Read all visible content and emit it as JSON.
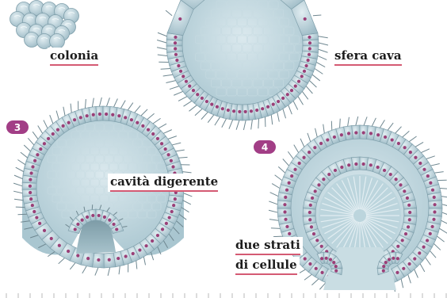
{
  "labels": {
    "colonia": "colonia",
    "sfera_cava": "sfera cava",
    "cavita_digerente": "cavità digerente",
    "due_strati_line1": "due strati",
    "due_strati_line2": "di cellule"
  },
  "steps": {
    "step3": "3",
    "step4": "4"
  },
  "colors": {
    "cell_fill": "#b9d3dc",
    "cell_dark": "#7f9fab",
    "nucleus": "#9a3f77",
    "cilia": "#6f8790",
    "underline": "#d45a73",
    "badge": "#a23e86"
  }
}
